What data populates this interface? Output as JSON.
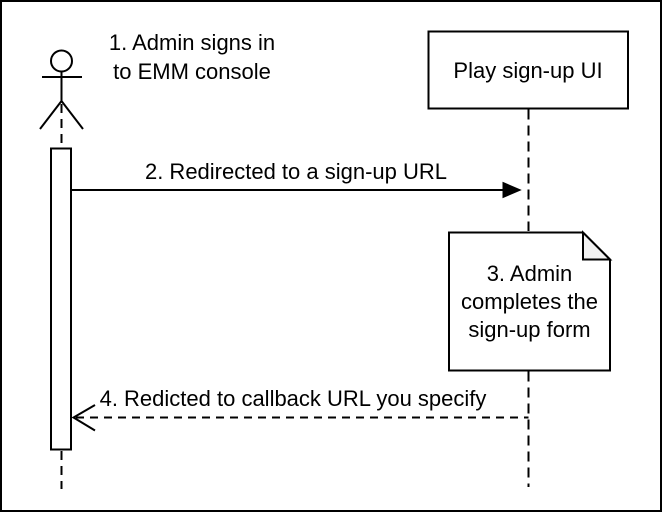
{
  "canvas": {
    "background": "#ffffff",
    "stroke_color": "#000000",
    "note_fill": "#ffffff",
    "note_fold_color": "#f2f2f2"
  },
  "actor": {
    "label": "1. Admin signs in\nto EMM console"
  },
  "participant": {
    "label": "Play sign-up UI"
  },
  "note": {
    "label": "3. Admin\ncompletes the\nsign-up form"
  },
  "messages": [
    {
      "label": "2. Redirected to a sign-up URL",
      "line_style": "solid",
      "arrowhead": "filled",
      "direction": "left-to-right"
    },
    {
      "label": "4. Redicted to callback URL you specify",
      "line_style": "dashed",
      "arrowhead": "open",
      "direction": "right-to-left"
    }
  ]
}
